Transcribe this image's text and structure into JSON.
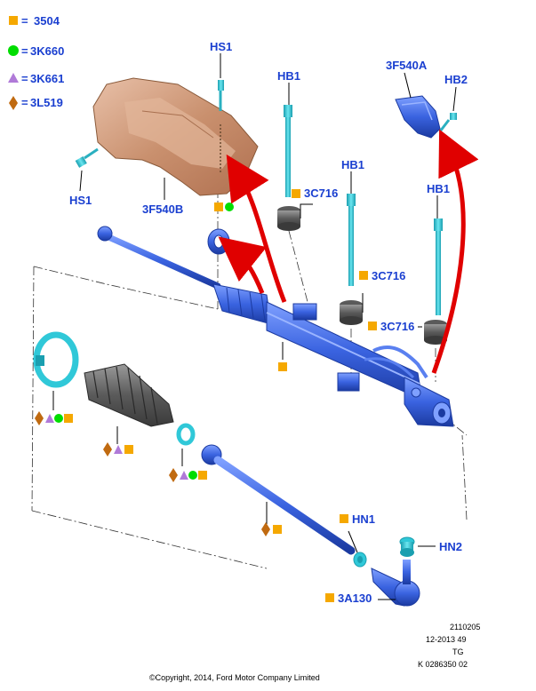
{
  "legend": [
    {
      "symbol": "orange-square",
      "code": "3504"
    },
    {
      "symbol": "green-circle",
      "code": "3K660"
    },
    {
      "symbol": "purple-triangle",
      "code": "3K661"
    },
    {
      "symbol": "brown-diamond",
      "code": "3L519"
    }
  ],
  "callouts": {
    "hs1_top": "HS1",
    "hs1_left": "HS1",
    "hb1_a": "HB1",
    "hb1_b": "HB1",
    "hb1_c": "HB1",
    "hb2": "HB2",
    "heat_shield_b": "3F540B",
    "heat_shield_a": "3F540A",
    "bush_1": "3C716",
    "bush_2": "3C716",
    "bush_3": "3C716",
    "hn1": "HN1",
    "hn2": "HN2",
    "tie_rod_end": "3A130"
  },
  "footer": {
    "line1": "2110205",
    "line2": "12-2013 49",
    "line3": "TG",
    "line4": "K 0286350 02",
    "copyright": "©Copyright, 2014, Ford Motor Company Limited"
  },
  "colors": {
    "callout_text": "#1a3fd0",
    "orange": "#f5a800",
    "green": "#00dd00",
    "purple": "#b07ad8",
    "brown": "#c06a10",
    "arrow_red": "#e00000",
    "part_blue": "#3a63e0",
    "bolt_cyan": "#30c8d8",
    "shield_copper": "#d9a88a",
    "boot_grey": "#6a6a6a"
  }
}
